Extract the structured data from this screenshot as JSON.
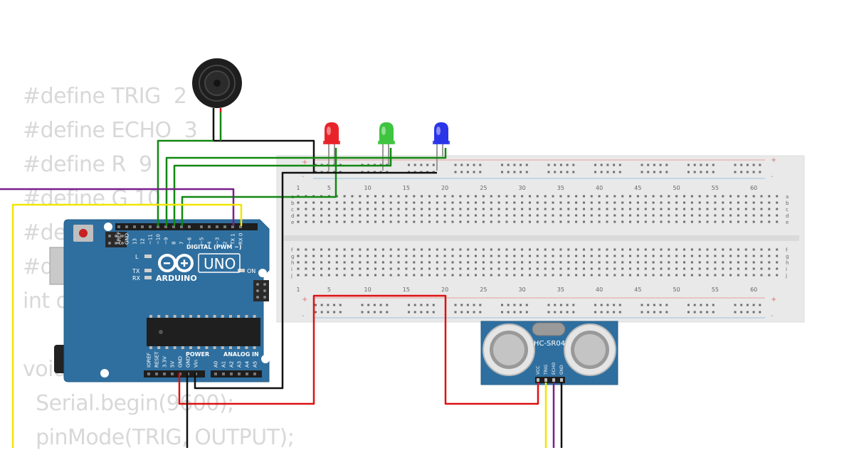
{
  "code": {
    "lines": [
      "#define TRIG  2",
      "#define ECHO  3",
      "#define R  9",
      "#define G 10",
      "#define B 11",
      "#define BUZZ 12",
      "int d;",
      "",
      "void setup() {",
      "  Serial.begin(9600);",
      "  pinMode(TRIG, OUTPUT);"
    ]
  },
  "arduino": {
    "brand": "ARDUINO",
    "model": "UNO",
    "digital_header": "DIGITAL (PWM ~)",
    "power_header": "POWER",
    "analog_header": "ANALOG IN",
    "on_label": "ON",
    "l_label": "L",
    "tx_label": "TX",
    "rx_label": "RX",
    "digital_pins": [
      "AREF",
      "GND",
      "13",
      "12",
      "~11",
      "~10",
      "~9",
      "8",
      "7",
      "~6",
      "~5",
      "4",
      "~3",
      "2",
      "TX 1",
      "RX 0"
    ],
    "power_pins": [
      "IOREF",
      "RESET",
      "3.3V",
      "5V",
      "GND",
      "GND",
      "Vin"
    ],
    "analog_pins": [
      "A0",
      "A1",
      "A2",
      "A3",
      "A4",
      "A5"
    ]
  },
  "sensor": {
    "name": "HC-SR04",
    "pins": [
      "VCC",
      "TRIG",
      "ECHO",
      "GND"
    ]
  },
  "breadboard": {
    "columns": [
      "1",
      "5",
      "10",
      "15",
      "20",
      "25",
      "30",
      "35",
      "40",
      "45",
      "50",
      "55",
      "60"
    ],
    "rows_top": [
      "a",
      "b",
      "c",
      "d",
      "e"
    ],
    "rows_bottom": [
      "f",
      "g",
      "h",
      "i",
      "j"
    ],
    "plus": "+",
    "minus": "-"
  },
  "leds": [
    {
      "color": "red",
      "fill": "#e8242a"
    },
    {
      "color": "green",
      "fill": "#3fc43f"
    },
    {
      "color": "blue",
      "fill": "#2b35e8"
    }
  ],
  "wire_colors": {
    "green": "#118811",
    "black": "#111111",
    "red": "#dd1111",
    "purple": "#7a1f8c",
    "yellow": "#f2e600"
  },
  "board_color": "#2f6f9f"
}
